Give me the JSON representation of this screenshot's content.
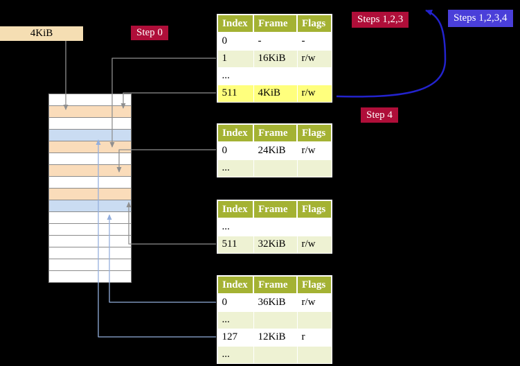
{
  "cr3_box": {
    "label": "4KiB"
  },
  "badges": {
    "step0": "Step 0",
    "steps123": "Steps 1,2,3",
    "steps1234": "Steps 1,2,3,4",
    "step4": "Step 4"
  },
  "tables": [
    {
      "headers": [
        "Index",
        "Frame",
        "Flags"
      ],
      "rows": [
        {
          "cells": [
            "0",
            "-",
            "-"
          ]
        },
        {
          "cells": [
            "1",
            "16KiB",
            "r/w"
          ]
        },
        {
          "cells": [
            "...",
            "",
            ""
          ]
        },
        {
          "cells": [
            "511",
            "4KiB",
            "r/w"
          ],
          "highlight": true
        }
      ]
    },
    {
      "headers": [
        "Index",
        "Frame",
        "Flags"
      ],
      "rows": [
        {
          "cells": [
            "0",
            "24KiB",
            "r/w"
          ]
        },
        {
          "cells": [
            "...",
            "",
            ""
          ]
        }
      ]
    },
    {
      "headers": [
        "Index",
        "Frame",
        "Flags"
      ],
      "rows": [
        {
          "cells": [
            "...",
            "",
            ""
          ]
        },
        {
          "cells": [
            "511",
            "32KiB",
            "r/w"
          ]
        }
      ]
    },
    {
      "headers": [
        "Index",
        "Frame",
        "Flags"
      ],
      "rows": [
        {
          "cells": [
            "0",
            "36KiB",
            "r/w"
          ]
        },
        {
          "cells": [
            "...",
            "",
            ""
          ]
        },
        {
          "cells": [
            "127",
            "12KiB",
            "r"
          ]
        },
        {
          "cells": [
            "...",
            "",
            ""
          ]
        }
      ]
    }
  ],
  "memory_strip": {
    "rows": [
      "free",
      "table",
      "free",
      "page",
      "table",
      "free",
      "table",
      "free",
      "table",
      "page",
      "free",
      "free",
      "free",
      "free",
      "free",
      "free"
    ]
  },
  "colors": {
    "table_header_green": "#a4b233",
    "table_row_alt_green": "#eef2d3",
    "highlight_yellow": "#ffff7d",
    "badge_crimson": "#af0e39",
    "badge_blue": "#4a3fd9",
    "memory_table_frame": "#fadcba",
    "memory_mapped_page": "#cadcf2",
    "arrow_gray": "#8f8f8f",
    "arrow_light_blue": "#94afdd",
    "arrow_blue": "#2323cd"
  }
}
